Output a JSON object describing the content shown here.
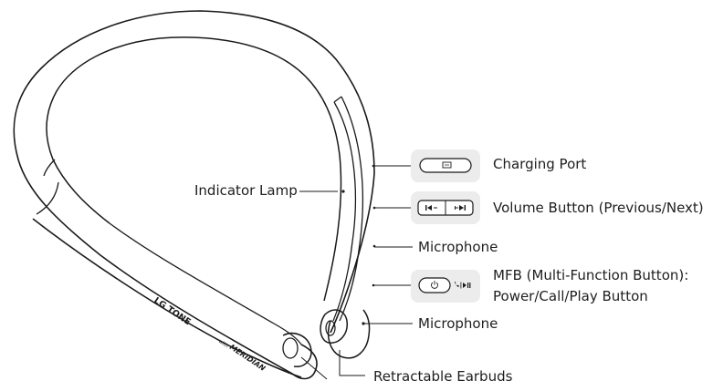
{
  "labels": {
    "charging_port": "Charging Port",
    "volume_button": "Volume Button (Previous/Next)",
    "microphone_upper": "Microphone",
    "mfb_line1": "MFB (Multi-Function Button):",
    "mfb_line2": "Power/Call/Play Button",
    "microphone_lower": "Microphone",
    "indicator_lamp": "Indicator Lamp",
    "retractable_earbuds": "Retractable Earbuds"
  },
  "product": {
    "brand": "LG TONE",
    "with": "with",
    "partner": "MERIDIAN"
  }
}
